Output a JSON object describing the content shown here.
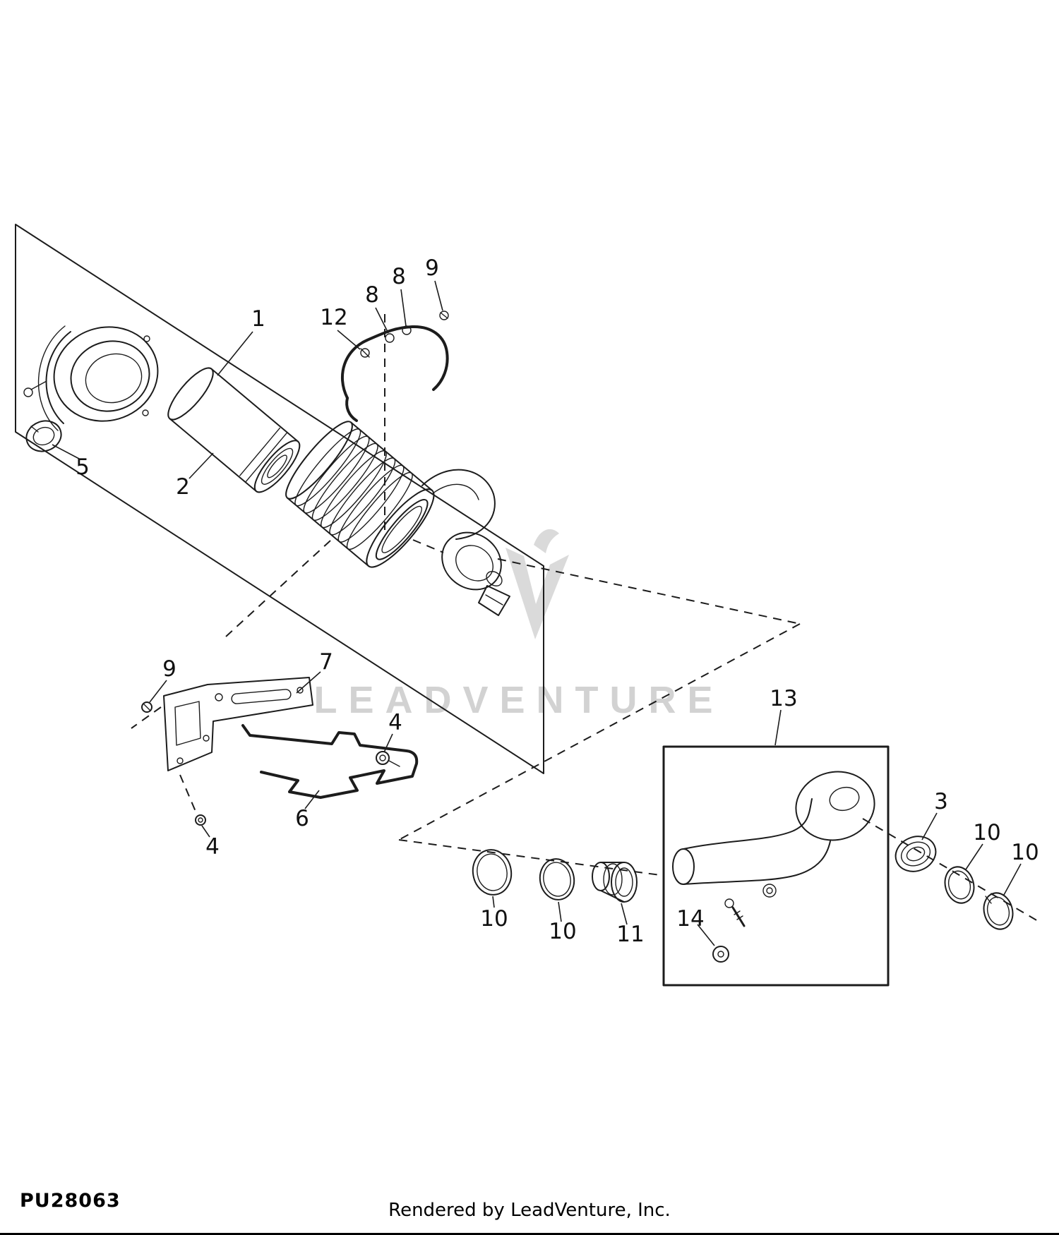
{
  "page": {
    "watermark": "LEADVENTURE",
    "part_code": "PU28063",
    "footer_credit": "Rendered by LeadVenture, Inc."
  },
  "diagram": {
    "callouts": [
      {
        "label": "1"
      },
      {
        "label": "12"
      },
      {
        "label": "8"
      },
      {
        "label": "8"
      },
      {
        "label": "9"
      },
      {
        "label": "5"
      },
      {
        "label": "2"
      },
      {
        "label": "9"
      },
      {
        "label": "7"
      },
      {
        "label": "4"
      },
      {
        "label": "6"
      },
      {
        "label": "4"
      },
      {
        "label": "13"
      },
      {
        "label": "3"
      },
      {
        "label": "10"
      },
      {
        "label": "10"
      },
      {
        "label": "10"
      },
      {
        "label": "10"
      },
      {
        "label": "11"
      },
      {
        "label": "14"
      }
    ]
  }
}
